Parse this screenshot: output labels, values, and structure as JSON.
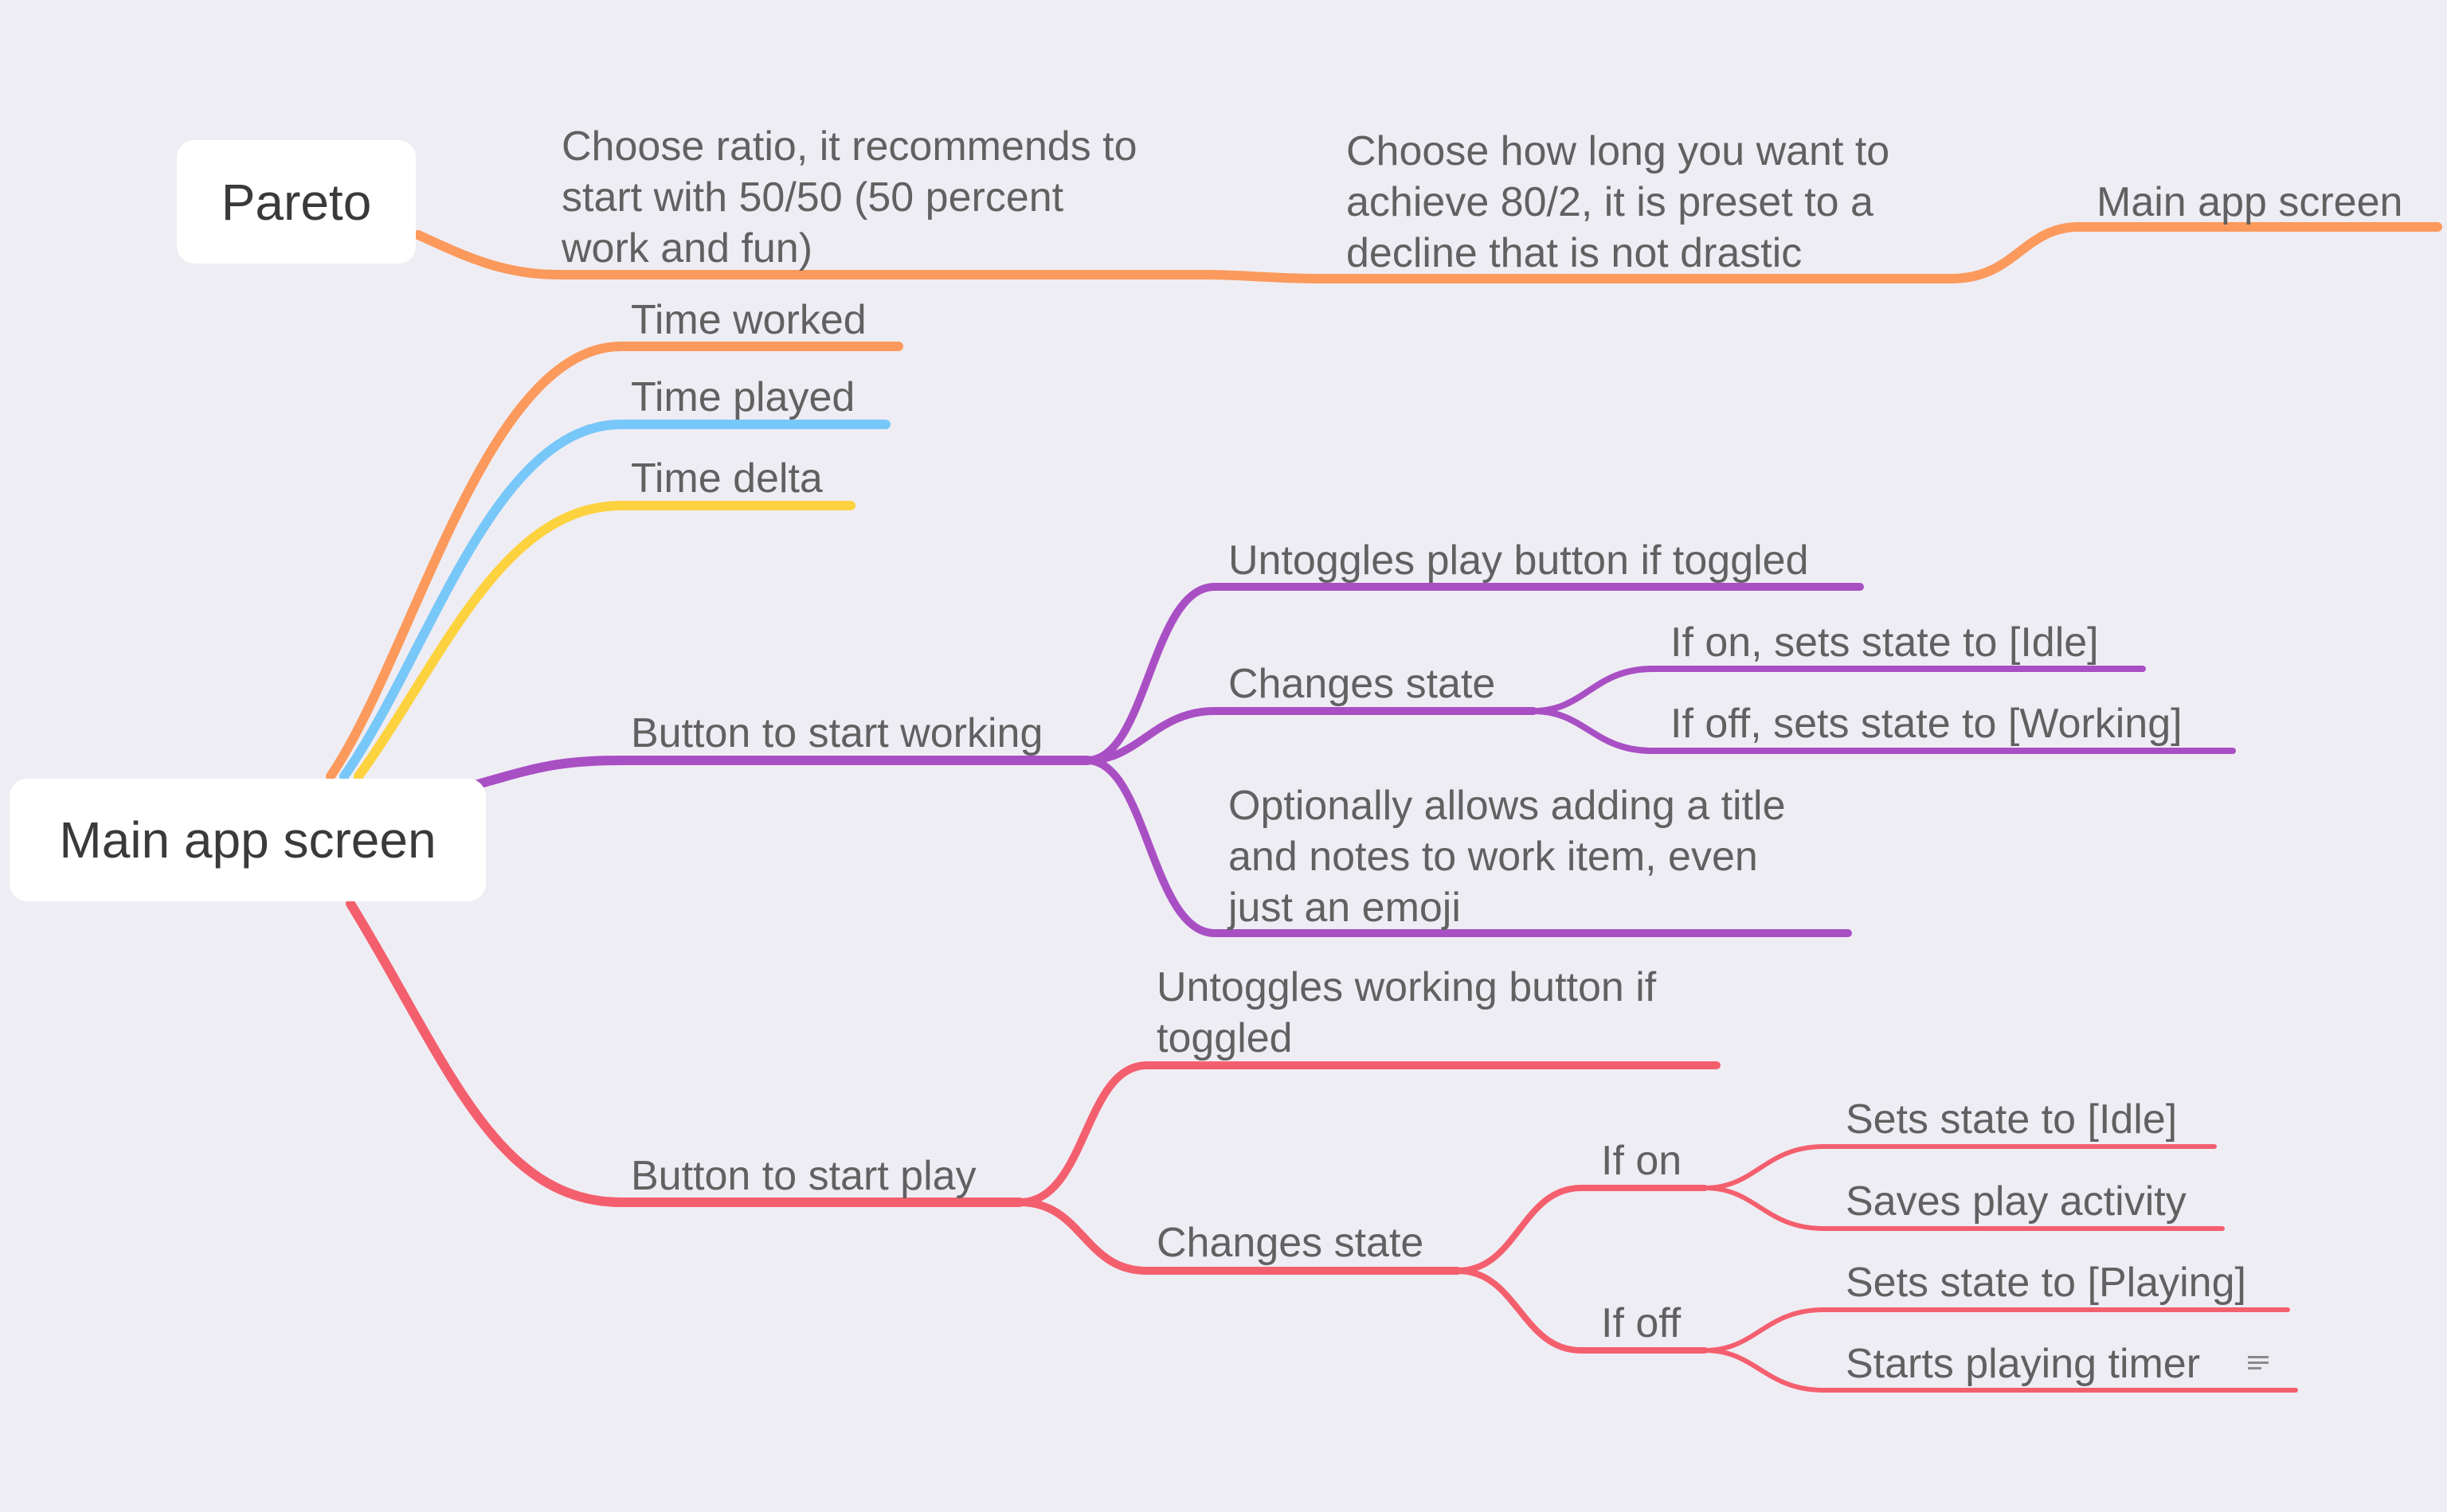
{
  "colors": {
    "background": "#efedf4",
    "orange": "#fb9a5c",
    "blue": "#78c7f9",
    "yellow": "#fdd23f",
    "purple": "#a94fc4",
    "red": "#f45f6e",
    "text": "#616161"
  },
  "roots": {
    "pareto": "Pareto",
    "main": "Main app screen"
  },
  "pareto_branch": {
    "ratio": [
      "Choose ratio, it recommends to",
      "start with 50/50 (50 percent",
      "work and fun)"
    ],
    "duration": [
      "Choose how long you want to",
      "achieve 80/2, it is preset to a",
      "decline that is not drastic"
    ],
    "link": "Main app screen"
  },
  "main_branch": {
    "time_worked": "Time worked",
    "time_played": "Time played",
    "time_delta": "Time delta",
    "work_button": {
      "label": "Button to start working",
      "untoggle": "Untoggles play button if toggled",
      "changes_state": "Changes state",
      "if_on": "If on, sets state to [Idle]",
      "if_off": "If off, sets state to [Working]",
      "optional": [
        "Optionally allows adding a title",
        "and notes to work item, even",
        "just an emoji"
      ]
    },
    "play_button": {
      "label": "Button to start play",
      "untoggle": [
        "Untoggles working button if",
        "toggled"
      ],
      "changes_state": "Changes state",
      "if_on": "If on",
      "sets_idle": "Sets state to [Idle]",
      "saves_activity": "Saves play activity",
      "if_off": "If off",
      "sets_playing": "Sets state to [Playing]",
      "starts_timer": "Starts playing timer"
    }
  },
  "icons": {
    "note": "note-icon"
  }
}
